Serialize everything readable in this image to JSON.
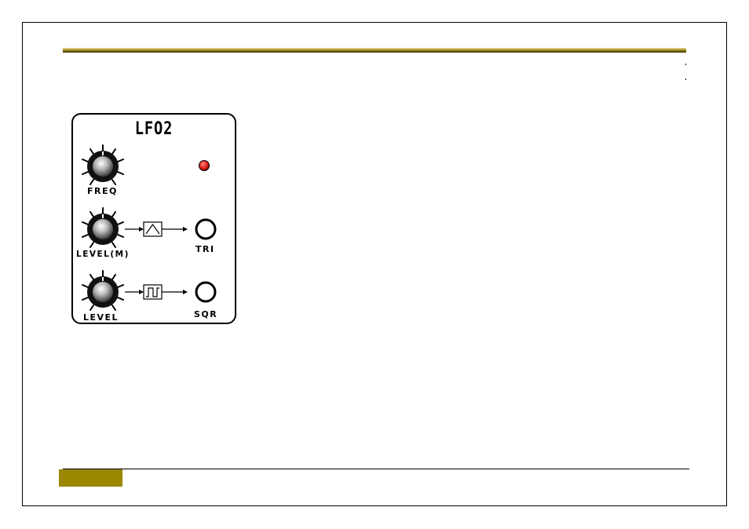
{
  "module": {
    "title": "LFO2",
    "knobs": [
      {
        "id": "freq",
        "label": "FREQ"
      },
      {
        "id": "level-m",
        "label": "LEVEL(M)"
      },
      {
        "id": "level",
        "label": "LEVEL"
      }
    ],
    "outputs": [
      {
        "id": "tri",
        "label": "TRI",
        "waveform": "triangle"
      },
      {
        "id": "sqr",
        "label": "SQR",
        "waveform": "square"
      }
    ],
    "led_color": "#e0201a"
  },
  "colors": {
    "header_rule": "#8a7a10",
    "footer_tab": "#9b8600"
  }
}
